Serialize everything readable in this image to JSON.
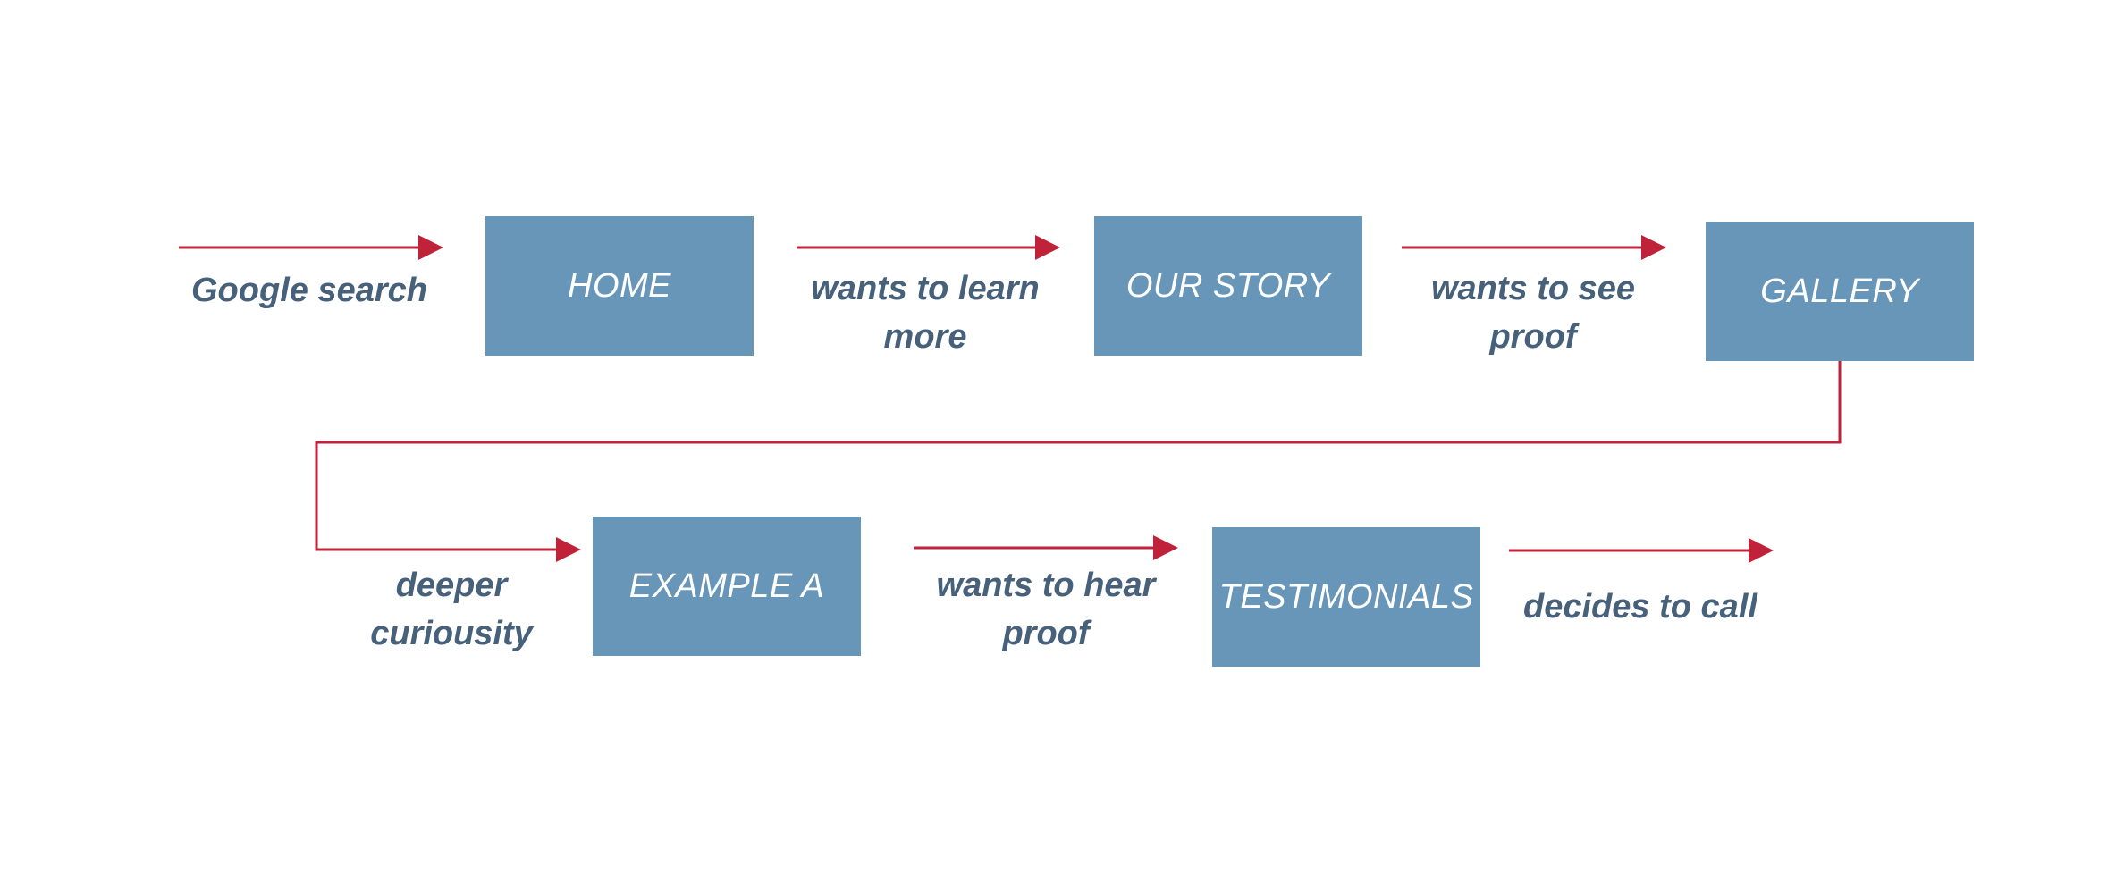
{
  "diagram": {
    "nodes": [
      {
        "id": "home",
        "label": "HOME"
      },
      {
        "id": "our-story",
        "label": "OUR STORY"
      },
      {
        "id": "gallery",
        "label": "GALLERY"
      },
      {
        "id": "example-a",
        "label": "EXAMPLE A"
      },
      {
        "id": "testimonials",
        "label": "TESTIMONIALS"
      }
    ],
    "edges": [
      {
        "from": "",
        "to": "home",
        "label": "Google search"
      },
      {
        "from": "home",
        "to": "our-story",
        "label": "wants to learn\nmore"
      },
      {
        "from": "our-story",
        "to": "gallery",
        "label": "wants to see\nproof"
      },
      {
        "from": "gallery",
        "to": "example-a",
        "label": "deeper\ncuriousity"
      },
      {
        "from": "example-a",
        "to": "testimonials",
        "label": "wants to hear\nproof"
      },
      {
        "from": "testimonials",
        "to": "",
        "label": "decides to call"
      }
    ]
  },
  "colors": {
    "node_fill": "#6896b9",
    "node_text": "#ffffff",
    "label_text": "#47617b",
    "arrow": "#c0223a",
    "background": "#ffffff"
  }
}
